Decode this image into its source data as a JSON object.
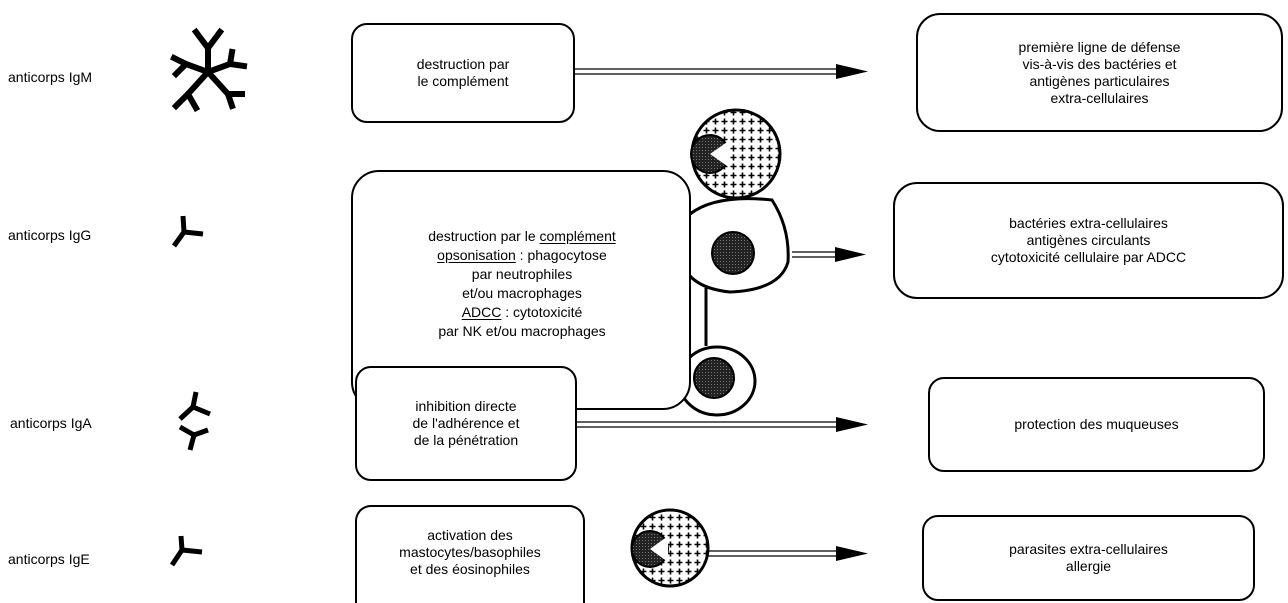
{
  "rows": [
    {
      "antibody": "anticorps IgM",
      "mechanism": [
        "destruction par",
        "le complément"
      ],
      "outcome": [
        "première ligne de défense",
        "vis-à-vis des bactéries et",
        "antigènes particulaires",
        "extra-cellulaires"
      ]
    },
    {
      "antibody": "anticorps IgG",
      "mechanism_lines": [
        {
          "u": "",
          "t": "destruction par le ",
          "u2": "complément"
        },
        {
          "u": "opsonisation",
          "t": " : phagocytose"
        },
        {
          "t": "par neutrophiles"
        },
        {
          "t": "et/ou macrophages"
        },
        {
          "u": "ADCC",
          "t": " : cytotoxicité"
        },
        {
          "t": "par NK et/ou macrophages"
        }
      ],
      "outcome": [
        "bactéries extra-cellulaires",
        "antigènes circulants",
        "cytotoxicité cellulaire par ADCC"
      ]
    },
    {
      "antibody": "anticorps IgA",
      "mechanism": [
        "inhibition directe",
        "de l'adhérence et",
        "de la pénétration"
      ],
      "outcome": [
        "protection des muqueuses"
      ]
    },
    {
      "antibody": "anticorps IgE",
      "mechanism": [
        "activation des",
        "mastocytes/basophiles",
        "et des éosinophiles"
      ],
      "outcome": [
        "parasites extra-cellulaires",
        "allergie"
      ]
    }
  ]
}
